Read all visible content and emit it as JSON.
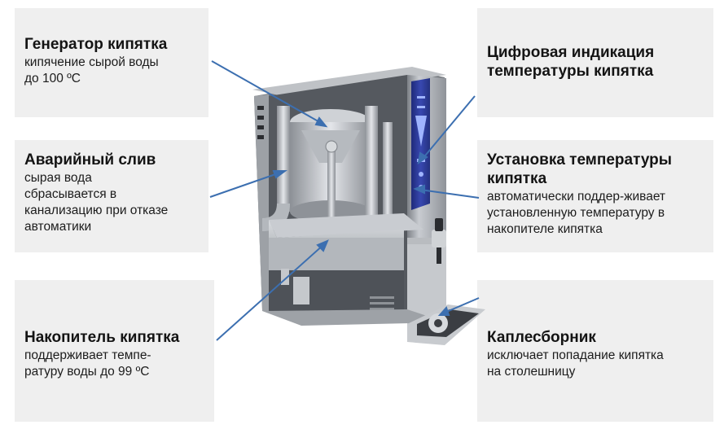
{
  "callouts": {
    "generator": {
      "title": "Генератор кипятка",
      "lines": [
        "кипячение сырой воды",
        "до 100 ºС"
      ]
    },
    "drain": {
      "title": "Аварийный слив",
      "lines": [
        "сырая вода",
        "сбрасывается в",
        "канализацию при отказе",
        "автоматики"
      ]
    },
    "storage": {
      "title": "Накопитель кипятка",
      "lines": [
        "поддерживает темпе-",
        "ратуру воды до 99 ºС"
      ]
    },
    "display": {
      "title_lines": [
        "Цифровая индикация",
        "температуры кипятка"
      ]
    },
    "setting": {
      "title_lines": [
        "Установка температуры",
        "кипятка"
      ],
      "lines": [
        "автоматически поддер-живает",
        "установленную температуру в",
        "накопителе кипятка"
      ]
    },
    "driptray": {
      "title": "Каплесборник",
      "lines": [
        "исключает попадание кипятка",
        "на столешницу"
      ]
    }
  },
  "colors": {
    "panel": "#efefef",
    "arrow": "#3c6fb0",
    "side_panel": "#2f3d9c"
  }
}
